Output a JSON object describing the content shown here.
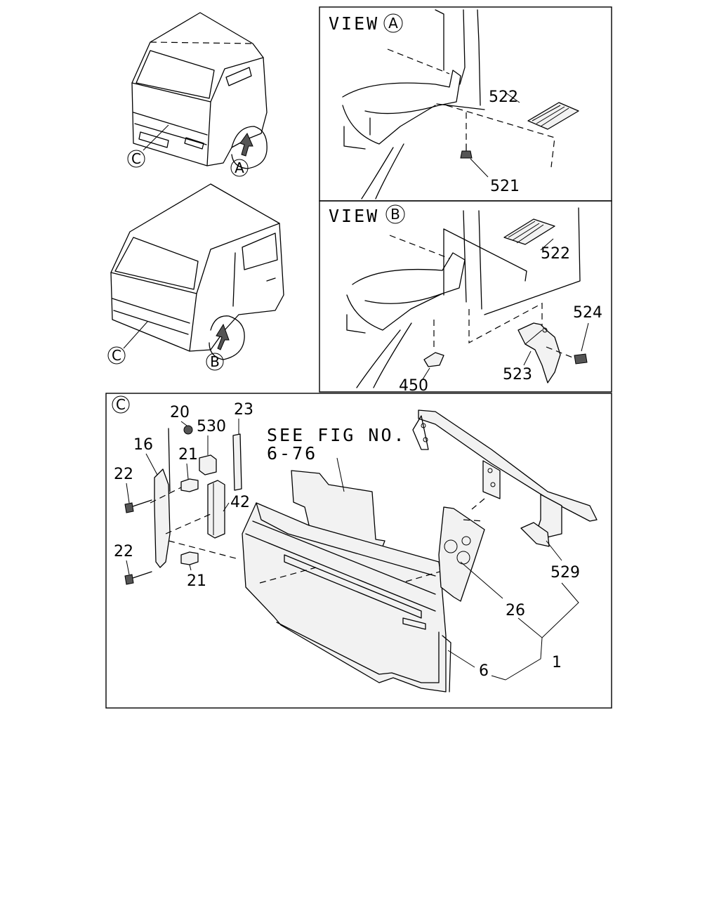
{
  "views": {
    "a_title": "VIEW",
    "a_marker": "A",
    "b_title": "VIEW",
    "b_marker": "B",
    "c_marker": "C"
  },
  "trucks": {
    "standard_cab": {
      "view_marker": "A",
      "detail_marker": "C"
    },
    "crew_cab": {
      "view_marker": "B",
      "detail_marker": "C"
    }
  },
  "note": {
    "line1": "SEE FIG NO.",
    "line2": "6-76"
  },
  "part_numbers": {
    "p522a": "522",
    "p521": "521",
    "p522b": "522",
    "p524": "524",
    "p523": "523",
    "p450": "450",
    "p20": "20",
    "p530": "530",
    "p23": "23",
    "p16": "16",
    "p21a": "21",
    "p22a": "22",
    "p42": "42",
    "p22b": "22",
    "p21b": "21",
    "p529": "529",
    "p26": "26",
    "p1": "1",
    "p6": "6"
  }
}
